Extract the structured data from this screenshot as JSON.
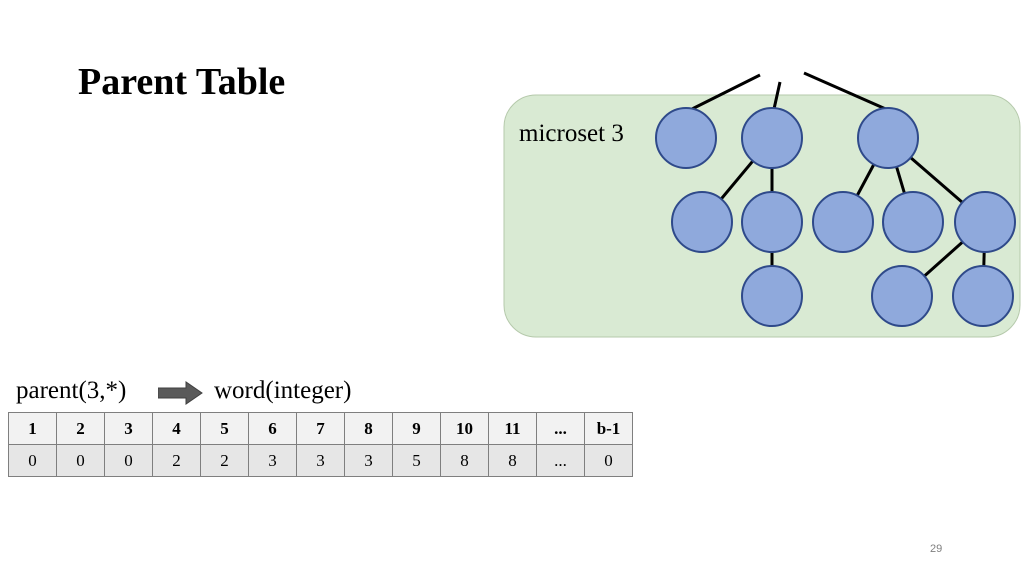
{
  "slide": {
    "title": "Parent Table",
    "page_number": "29"
  },
  "diagram": {
    "microset_label": "microset 3",
    "region_fill": "#d9ead3",
    "node_fill": "#8fa9dc",
    "node_stroke": "#2f4a8a",
    "nodes": [
      "n1",
      "n2",
      "n3",
      "n4",
      "n5",
      "n6",
      "n7",
      "n8",
      "n9",
      "n10",
      "n11"
    ],
    "edges": [
      [
        "n2",
        "n4"
      ],
      [
        "n2",
        "n5"
      ],
      [
        "n5",
        "n9"
      ],
      [
        "n3",
        "n6"
      ],
      [
        "n3",
        "n7"
      ],
      [
        "n3",
        "n8"
      ],
      [
        "n8",
        "n10"
      ],
      [
        "n8",
        "n11"
      ]
    ]
  },
  "formula": {
    "left": "parent(3,*)",
    "right": "word(integer)",
    "arrow_icon": "right-arrow-icon"
  },
  "table": {
    "indices": [
      "1",
      "2",
      "3",
      "4",
      "5",
      "6",
      "7",
      "8",
      "9",
      "10",
      "11",
      "...",
      "b-1"
    ],
    "values": [
      "0",
      "0",
      "0",
      "2",
      "2",
      "3",
      "3",
      "3",
      "5",
      "8",
      "8",
      "...",
      "0"
    ]
  }
}
